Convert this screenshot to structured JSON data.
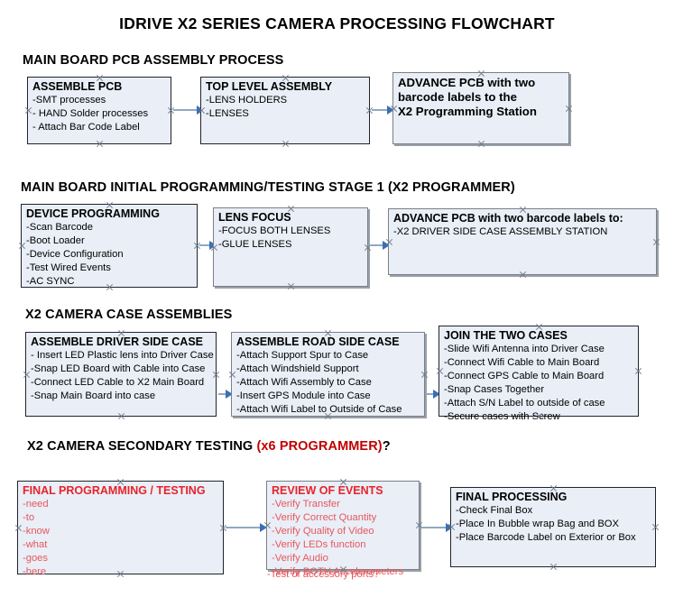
{
  "document": {
    "title": "IDRIVE X2  SERIES CAMERA PROCESSING FLOWCHART"
  },
  "accent_colors": {
    "box_fill": "#e9eef7",
    "box_border": "#20242b",
    "connector": "#8fa8c2",
    "arrow": "#3a6fb5",
    "red_heading": "#e8232a",
    "red_body": "#e8575c",
    "section_accent": "#c00000"
  },
  "sections": [
    {
      "id": "main-board-pcb-assembly-process",
      "title": "MAIN BOARD PCB ASSEMBLY PROCESS",
      "title_accent": "",
      "title_suffix": "",
      "boxes": [
        {
          "id": "assemble-pcb",
          "heading": "ASSEMBLE PCB",
          "lines": [
            " -SMT processes",
            "- HAND Solder processes",
            "- Attach Bar Code Label"
          ]
        },
        {
          "id": "top-level-assembly",
          "heading": "TOP LEVEL ASSEMBLY",
          "lines": [
            "-LENS HOLDERS",
            "-LENSES"
          ]
        },
        {
          "id": "advance-pcb-to-x2-programming-station",
          "heading": "ADVANCE PCB with two",
          "lines": [
            "barcode labels to the",
            " X2 Programming Station"
          ]
        }
      ]
    },
    {
      "id": "main-board-initial-programming-testing-stage-1",
      "title": "MAIN BOARD INITIAL PROGRAMMING/TESTING STAGE 1 (X2 PROGRAMMER)",
      "title_accent": "",
      "title_suffix": "",
      "boxes": [
        {
          "id": "device-programming",
          "heading": "DEVICE PROGRAMMING",
          "lines": [
            "-Scan Barcode",
            "-Boot Loader",
            "-Device Configuration",
            "-Test Wired Events",
            "-AC SYNC"
          ]
        },
        {
          "id": "lens-focus",
          "heading": "LENS FOCUS",
          "lines": [
            "-FOCUS BOTH LENSES",
            "-GLUE LENSES"
          ]
        },
        {
          "id": "advance-pcb-to-driver-side-case-assembly",
          "heading": "ADVANCE PCB with two barcode labels to:",
          "lines": [
            "-X2 DRIVER  SIDE  CASE  ASSEMBLY STATION"
          ]
        }
      ]
    },
    {
      "id": "x2-camera-case-assemblies",
      "title": "X2 CAMERA CASE ASSEMBLIES",
      "title_accent": "",
      "title_suffix": "",
      "boxes": [
        {
          "id": "assemble-driver-side-case",
          "heading": "ASSEMBLE DRIVER SIDE CASE",
          "lines": [
            "- Insert LED Plastic lens into Driver Case",
            "-Snap LED Board with Cable into Case",
            "-Connect LED Cable to X2 Main Board",
            "-Snap Main Board into case"
          ]
        },
        {
          "id": "assemble-road-side-case",
          "heading": "ASSEMBLE ROAD SIDE CASE",
          "lines": [
            "-Attach Support Spur to Case",
            "-Attach Windshield Support",
            "-Attach Wifi Assembly to Case",
            "-Insert GPS Module into Case",
            "-Attach Wifi Label to Outside of Case"
          ]
        },
        {
          "id": "join-the-two-cases",
          "heading": "JOIN THE TWO CASES",
          "lines": [
            "-Slide Wifi Antenna into Driver Case",
            "-Connect Wifi Cable to Main Board",
            "-Connect GPS Cable to Main Board",
            "-Snap Cases Together",
            "-Attach S/N Label to outside of case",
            "-Secure cases with Screw"
          ]
        }
      ]
    },
    {
      "id": "x2-camera-secondary-testing",
      "title": "X2 CAMERA SECONDARY TESTING ",
      "title_accent": "(x6 PROGRAMMER)",
      "title_suffix": "?",
      "boxes": [
        {
          "id": "final-programming-testing",
          "heading": "FINAL PROGRAMMING / TESTING",
          "lines": [
            "-need",
            "-to",
            "-know",
            "-what",
            "-goes",
            "-here"
          ]
        },
        {
          "id": "review-of-events",
          "heading": "REVIEW OF EVENTS",
          "lines": [
            "-Verify Transfer",
            "-Verify Correct Quantity",
            "-Verify Quality of Video",
            "-Verify LEDs function",
            "-Verify Audio",
            "-Verify BOTH Accelerometers"
          ],
          "overflow_line": "-Test of accessory ports?"
        },
        {
          "id": "final-processing",
          "heading": "FINAL PROCESSING",
          "lines": [
            " -Check Final Box",
            "-Place In Bubble wrap Bag and BOX",
            "-Place Barcode Label on Exterior or Box"
          ]
        }
      ]
    }
  ]
}
